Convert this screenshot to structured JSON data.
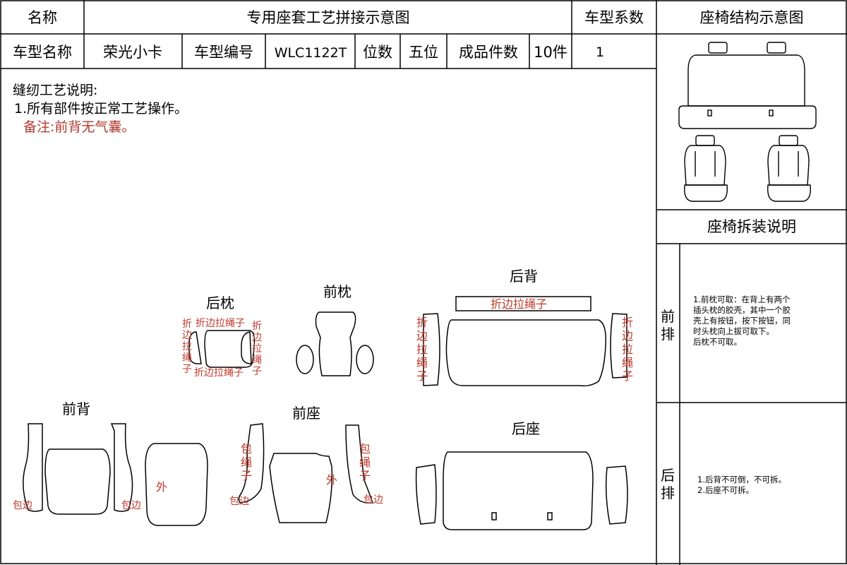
{
  "header": {
    "name_label": "名称",
    "title": "专用座套工艺拼接示意图",
    "coef_label": "车型系数",
    "struct_title": "座椅结构示意图"
  },
  "info": {
    "model_name_label": "车型名称",
    "model_name": "荣光小卡",
    "model_no_label": "车型编号",
    "model_no": "WLC1122T",
    "seats_label": "位数",
    "seats": "五位",
    "pieces_label": "成品件数",
    "pieces": "10件",
    "coef_value": "1"
  },
  "notes": {
    "heading": "缝纫工艺说明:",
    "line1": "1.所有部件按正常工艺操作。",
    "remark": "备注:前背无气囊。"
  },
  "sections": {
    "rear_pillow": "后枕",
    "front_pillow": "前枕",
    "rear_back": "后背",
    "front_back": "前背",
    "front_seat": "前座",
    "rear_seat": "后座"
  },
  "annotations": {
    "fold_rope": "折边拉绳子",
    "fold_rope_v": [
      "折",
      "边",
      "拉",
      "绳",
      "子"
    ],
    "wrap_rope_v": [
      "包",
      "绳",
      "子"
    ],
    "wrap_edge": "包边",
    "outer": "外"
  },
  "side": {
    "disassembly_title": "座椅拆装说明",
    "front_row_label": [
      "前",
      "排"
    ],
    "front_row_text": [
      "1.前枕可取：在背上有两个",
      "插头枕的胶壳，其中一个胶",
      "壳上有按钮，按下按钮，同",
      "时头枕向上拔可取下。",
      "后枕不可取。"
    ],
    "rear_row_label": [
      "后",
      "排"
    ],
    "rear_row_text": [
      "1.后背不可倒，不可拆。",
      "2.后座不可拆。"
    ]
  },
  "colors": {
    "line": "#000000",
    "annotation": "#c0392b",
    "remark": "#b03a2e"
  }
}
